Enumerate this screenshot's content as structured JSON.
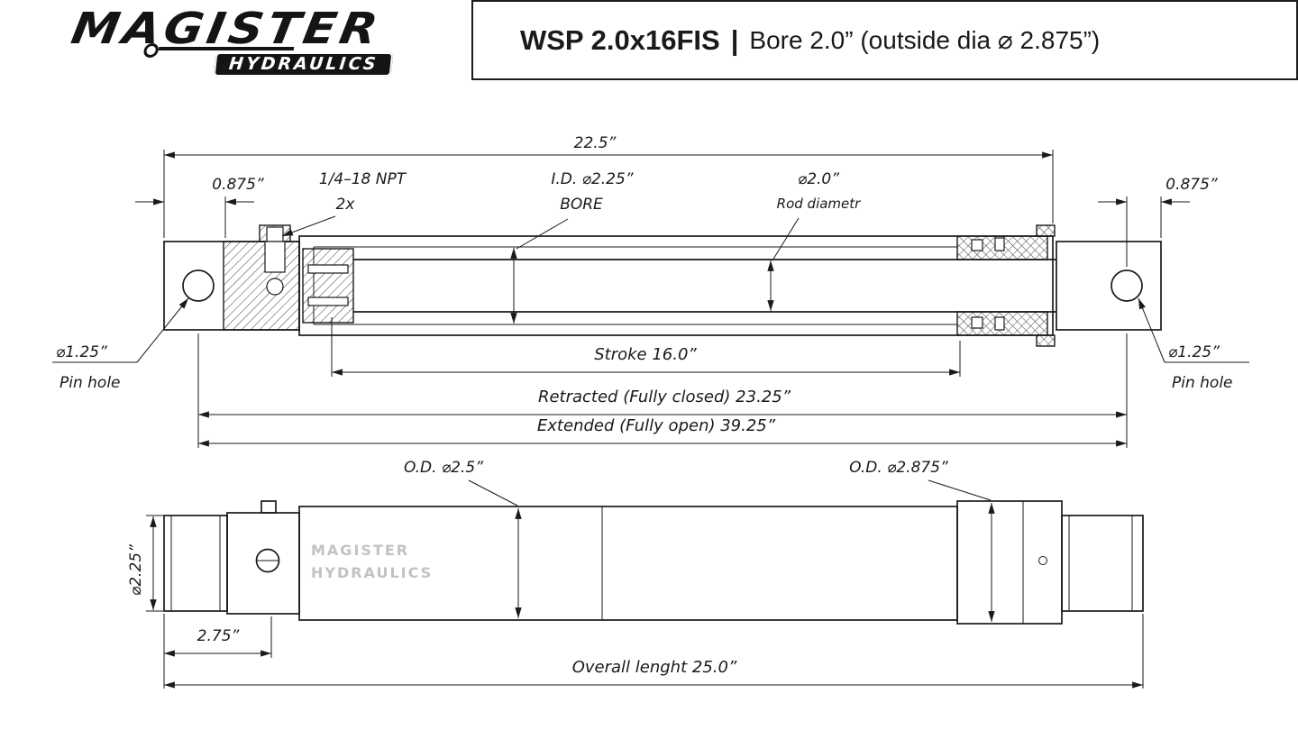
{
  "header": {
    "logo_top": "MAGISTER",
    "logo_bottom": "HYDRAULICS",
    "title_model": "WSP 2.0x16FIS",
    "title_divider": "|",
    "title_spec": "Bore 2.0” (outside dia ⌀ 2.875”)"
  },
  "section_view": {
    "dim_top_length": "22.5”",
    "dim_left_end": "0.875”",
    "port_line1": "1/4–18 NPT",
    "port_line2": "2x",
    "bore_line1": "I.D. ⌀2.25”",
    "bore_line2": "BORE",
    "rod_line1": "⌀2.0”",
    "rod_line2": "Rod diametr",
    "dim_right_end": "0.875”",
    "pin_left_dia": "⌀1.25”",
    "pin_left_label": "Pin hole",
    "pin_right_dia": "⌀1.25”",
    "pin_right_label": "Pin hole",
    "stroke": "Stroke 16.0”",
    "retracted": "Retracted (Fully closed) 23.25”",
    "extended": "Extended (Fully open) 39.25”"
  },
  "outside_view": {
    "od_body": "O.D. ⌀2.5”",
    "od_collar": "O.D. ⌀2.875”",
    "dia_rod_end": "⌀2.25”",
    "dim_rod_end_length": "2.75”",
    "overall_length": "Overall lenght 25.0”",
    "watermark_top": "MAGISTER",
    "watermark_bottom": "HYDRAULICS"
  }
}
